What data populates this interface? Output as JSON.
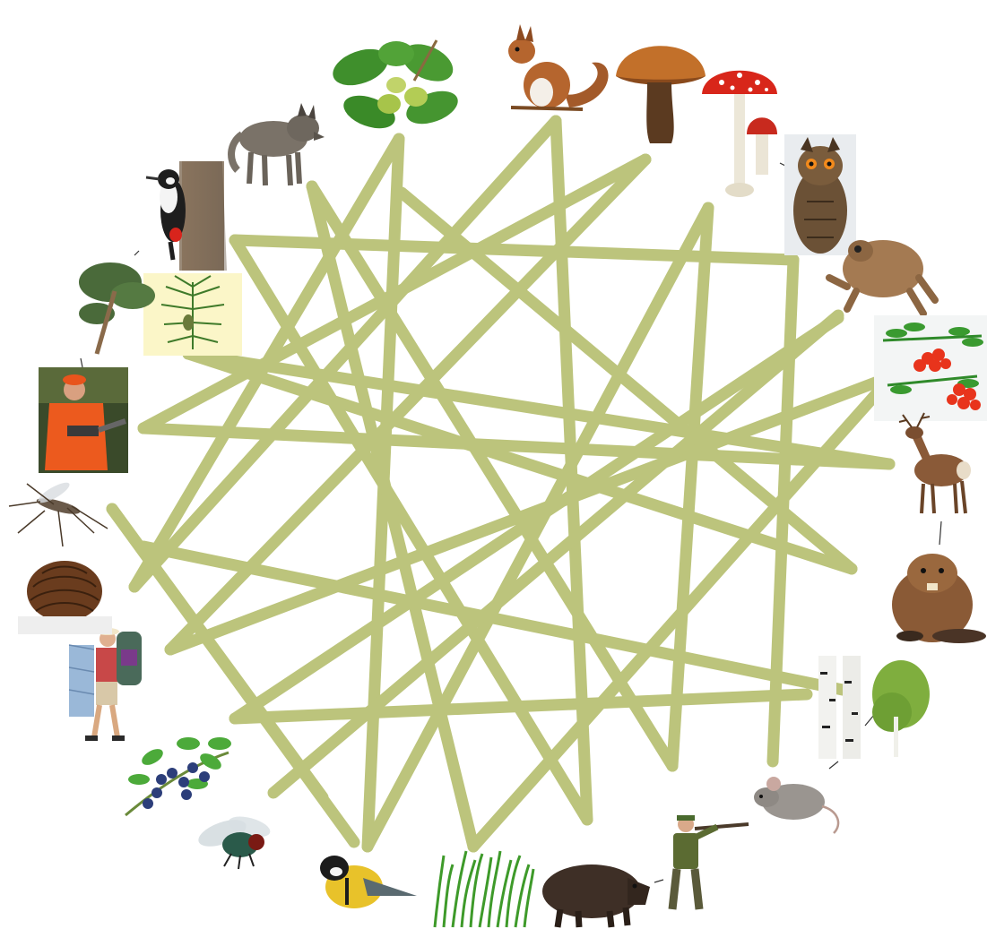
{
  "organisms": [
    {
      "id": "acorn",
      "icon": "oak-acorn-icon"
    },
    {
      "id": "squirrel",
      "icon": "squirrel-icon"
    },
    {
      "id": "bolete",
      "icon": "bolete-mushroom-icon"
    },
    {
      "id": "fly-agaric",
      "icon": "fly-agaric-mushroom-icon"
    },
    {
      "id": "owl",
      "icon": "owl-icon"
    },
    {
      "id": "frog",
      "icon": "frog-icon"
    },
    {
      "id": "rowan",
      "icon": "rowan-berries-icon"
    },
    {
      "id": "deer",
      "icon": "deer-icon"
    },
    {
      "id": "beaver",
      "icon": "beaver-icon"
    },
    {
      "id": "birch",
      "icon": "birch-tree-icon"
    },
    {
      "id": "mouse",
      "icon": "mouse-icon"
    },
    {
      "id": "hunter",
      "icon": "hunter-icon"
    },
    {
      "id": "boar",
      "icon": "wild-boar-icon"
    },
    {
      "id": "grass",
      "icon": "grass-icon"
    },
    {
      "id": "tit",
      "icon": "titmouse-bird-icon"
    },
    {
      "id": "fly",
      "icon": "fly-icon"
    },
    {
      "id": "blueberry",
      "icon": "blueberry-icon"
    },
    {
      "id": "hiker",
      "icon": "hiker-icon"
    },
    {
      "id": "pinecone",
      "icon": "pine-cone-icon"
    },
    {
      "id": "mosquito",
      "icon": "mosquito-icon"
    },
    {
      "id": "lumberjack",
      "icon": "lumberjack-icon"
    },
    {
      "id": "pine-branch",
      "icon": "pine-branch-icon"
    },
    {
      "id": "pine",
      "icon": "pine-tree-icon"
    },
    {
      "id": "woodpecker",
      "icon": "woodpecker-icon"
    },
    {
      "id": "wolf",
      "icon": "wolf-icon"
    }
  ],
  "colors": {
    "line": "#bcc47c",
    "background": "#ffffff"
  }
}
